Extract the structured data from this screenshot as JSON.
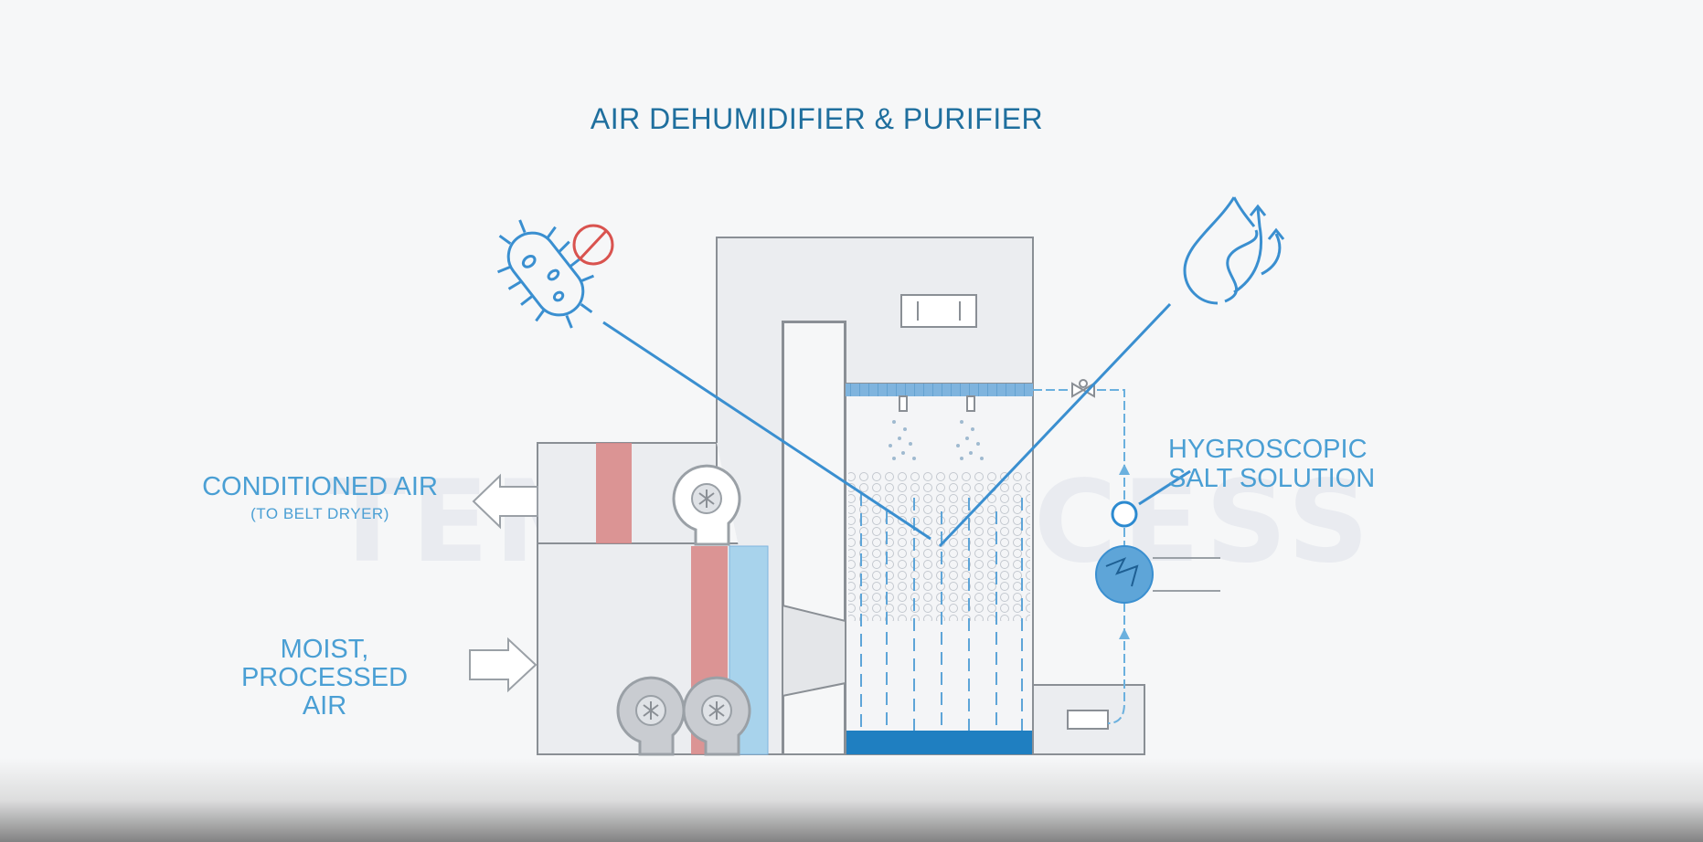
{
  "title": "AIR DEHUMIDIFIER & PURIFIER",
  "watermark": "TEMA PROCESS",
  "labels": {
    "conditioned_air": "CONDITIONED AIR",
    "conditioned_air_sub": "(TO BELT DRYER)",
    "moist_air_line1": "MOIST,",
    "moist_air_line2": "PROCESSED",
    "moist_air_line3": "AIR",
    "salt_line1": "HYGROSCOPIC",
    "salt_line2": "SALT SOLUTION"
  },
  "icons": [
    "bacteria-icon",
    "no-sign-icon",
    "water-drop-evaporation-icon",
    "fan-icon",
    "pump-icon",
    "heat-exchanger-icon",
    "valve-icon"
  ],
  "colors": {
    "accent_blue": "#3a8fd0",
    "text_blue": "#4a9fd4",
    "title_blue": "#1f6f9e",
    "heating_coil": "#d9898a",
    "cooling_coil": "#a8d3ec",
    "outline": "#8a8f95",
    "unit_fill": "#ebedf0",
    "no_sign_red": "#d9534f",
    "basin_water": "#1f7fc1"
  }
}
